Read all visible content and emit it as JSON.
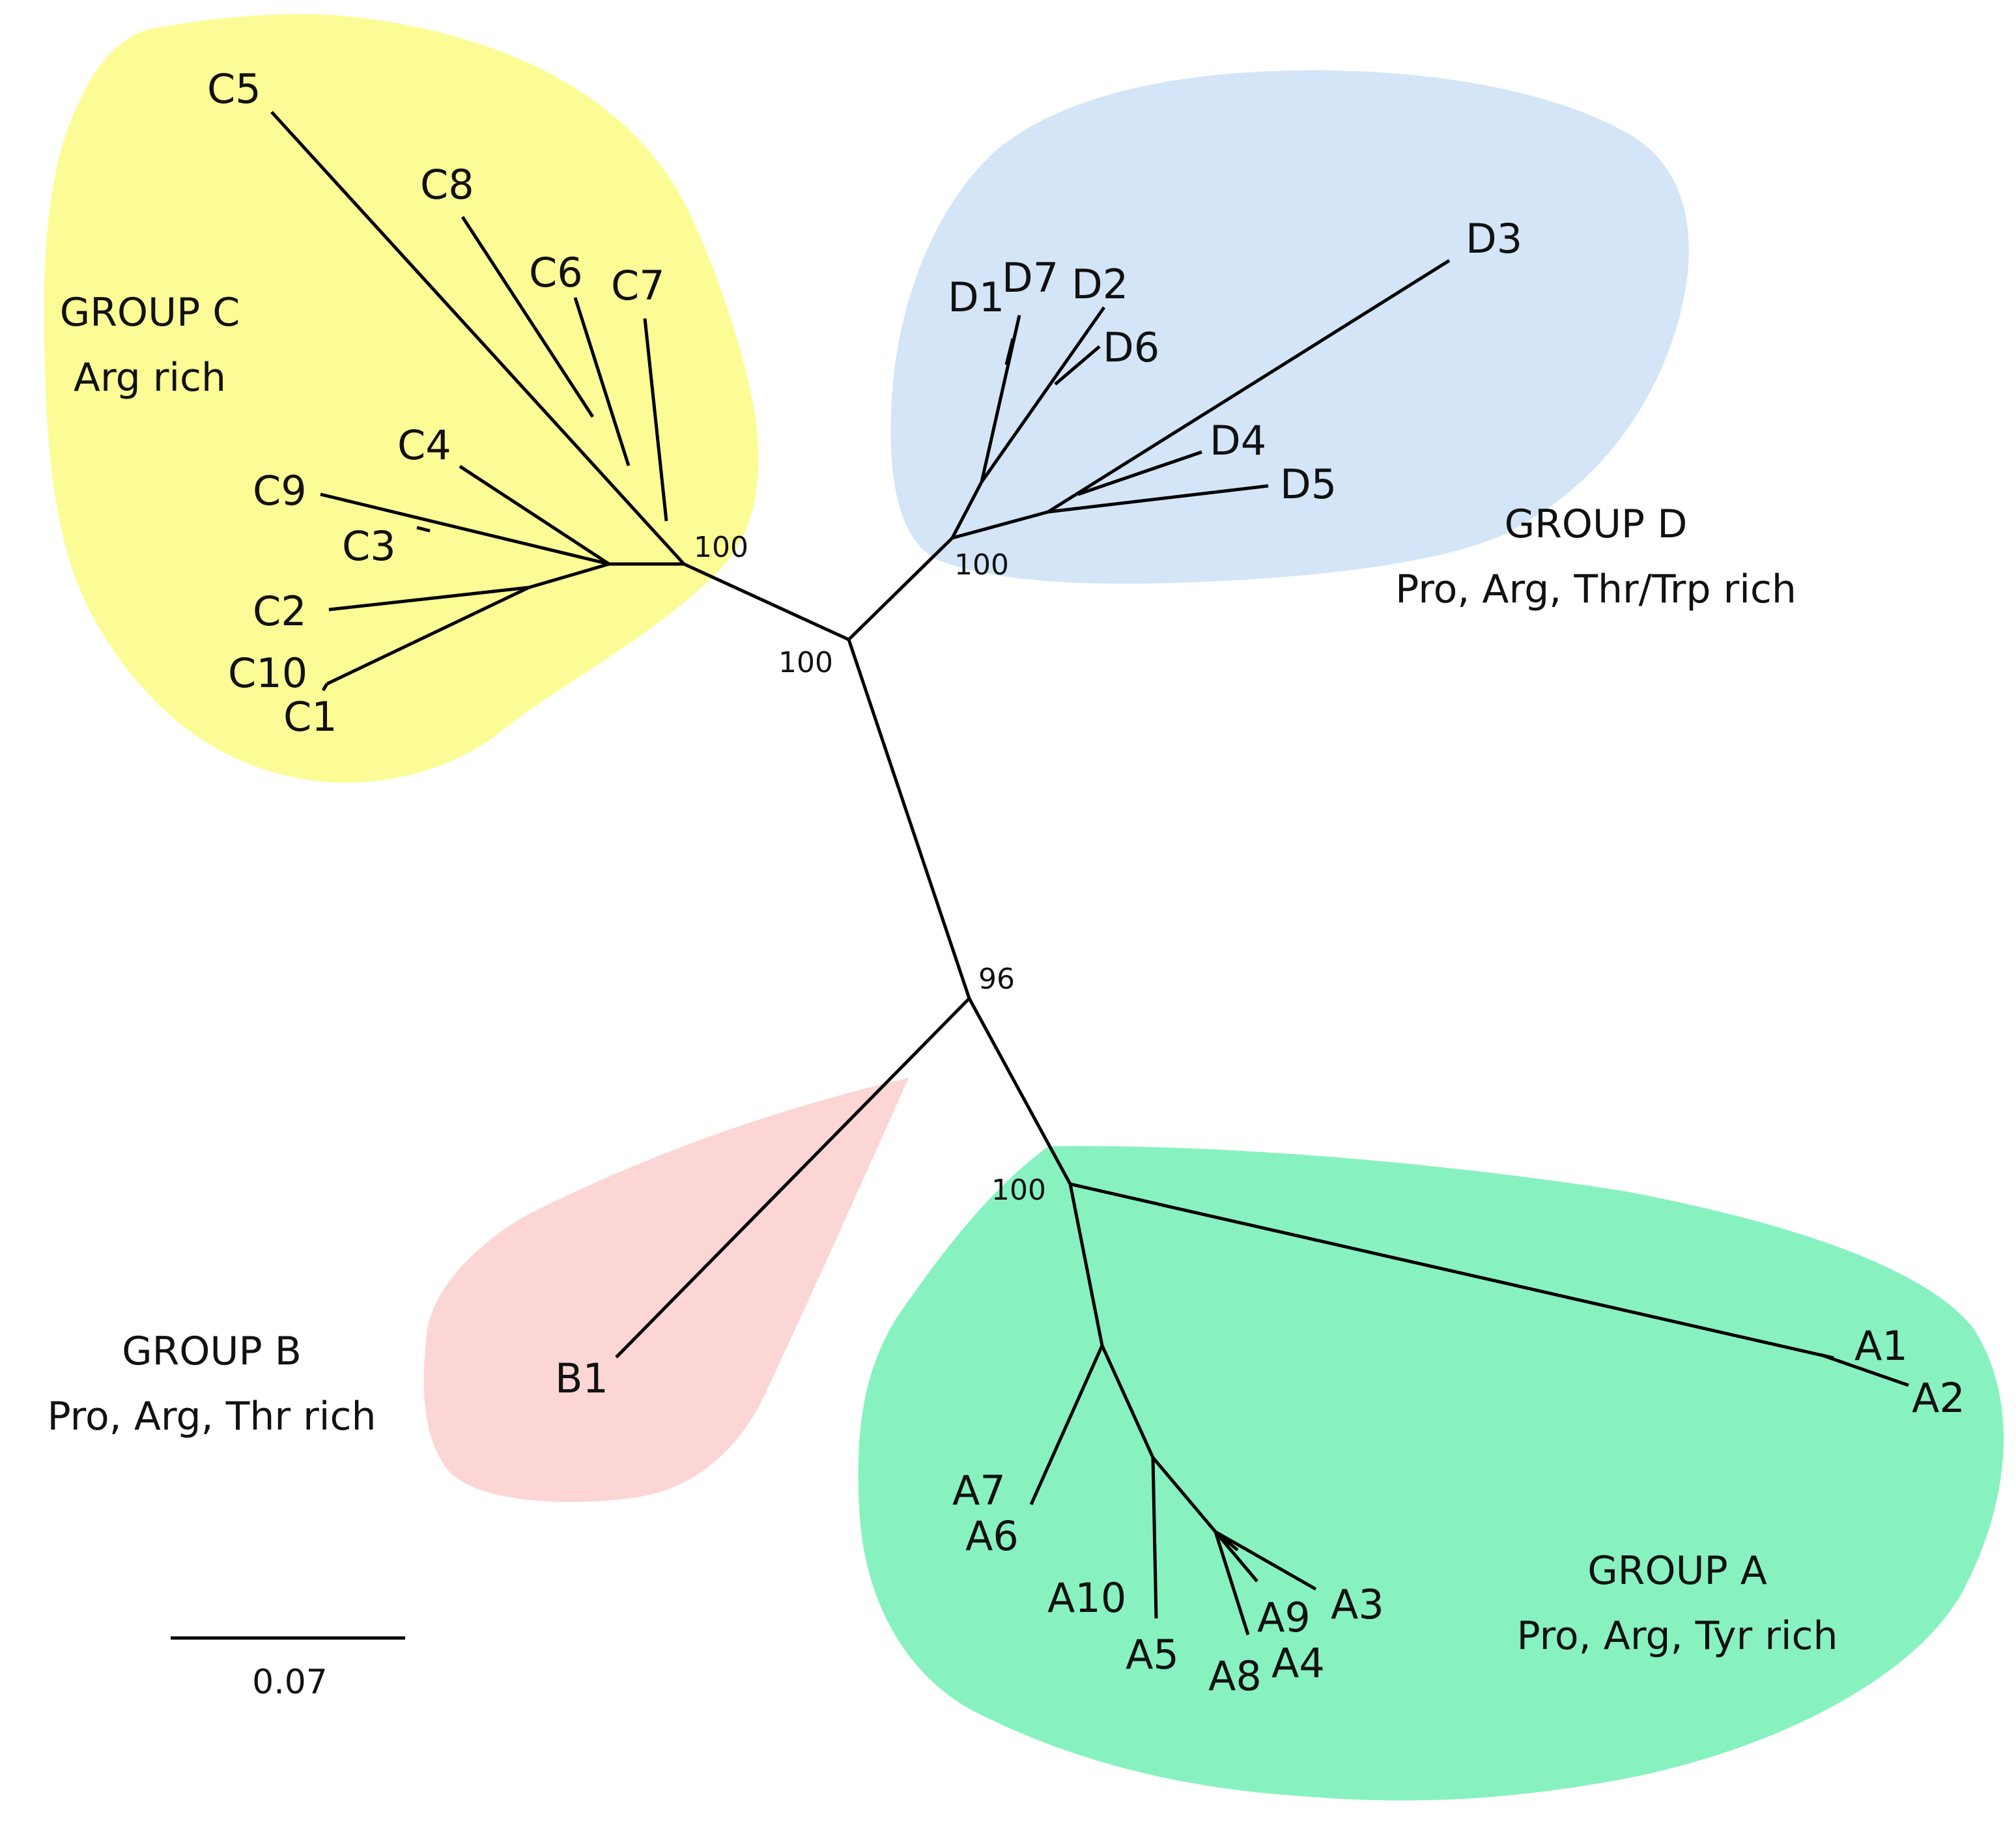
{
  "groups": {
    "c": {
      "title": "GROUP C",
      "subtitle": "Arg rich",
      "color": "#fcfc96"
    },
    "d": {
      "title": "GROUP D",
      "subtitle": "Pro, Arg, Thr/Trp rich",
      "color": "#d3e5f7"
    },
    "b": {
      "title": "GROUP B",
      "subtitle": "Pro, Arg, Thr rich",
      "color": "#fcd5d5"
    },
    "a": {
      "title": "GROUP A",
      "subtitle": "Pro, Arg, Tyr rich",
      "color": "#87f2bf"
    }
  },
  "leaves": {
    "c5": "C5",
    "c8": "C8",
    "c6": "C6",
    "c7": "C7",
    "c4": "C4",
    "c9": "C9",
    "c3": "C3",
    "c2": "C2",
    "c10": "C10",
    "c1": "C1",
    "d1": "D1",
    "d7": "D7",
    "d2": "D2",
    "d6": "D6",
    "d3": "D3",
    "d4": "D4",
    "d5": "D5",
    "b1": "B1",
    "a1": "A1",
    "a2": "A2",
    "a7": "A7",
    "a6": "A6",
    "a10": "A10",
    "a5": "A5",
    "a9": "A9",
    "a3": "A3",
    "a8": "A8",
    "a4": "A4"
  },
  "bootstrap": {
    "c": "100",
    "d": "100",
    "root": "100",
    "mid": "96",
    "a": "100"
  },
  "scale_bar": {
    "label": "0.07"
  }
}
